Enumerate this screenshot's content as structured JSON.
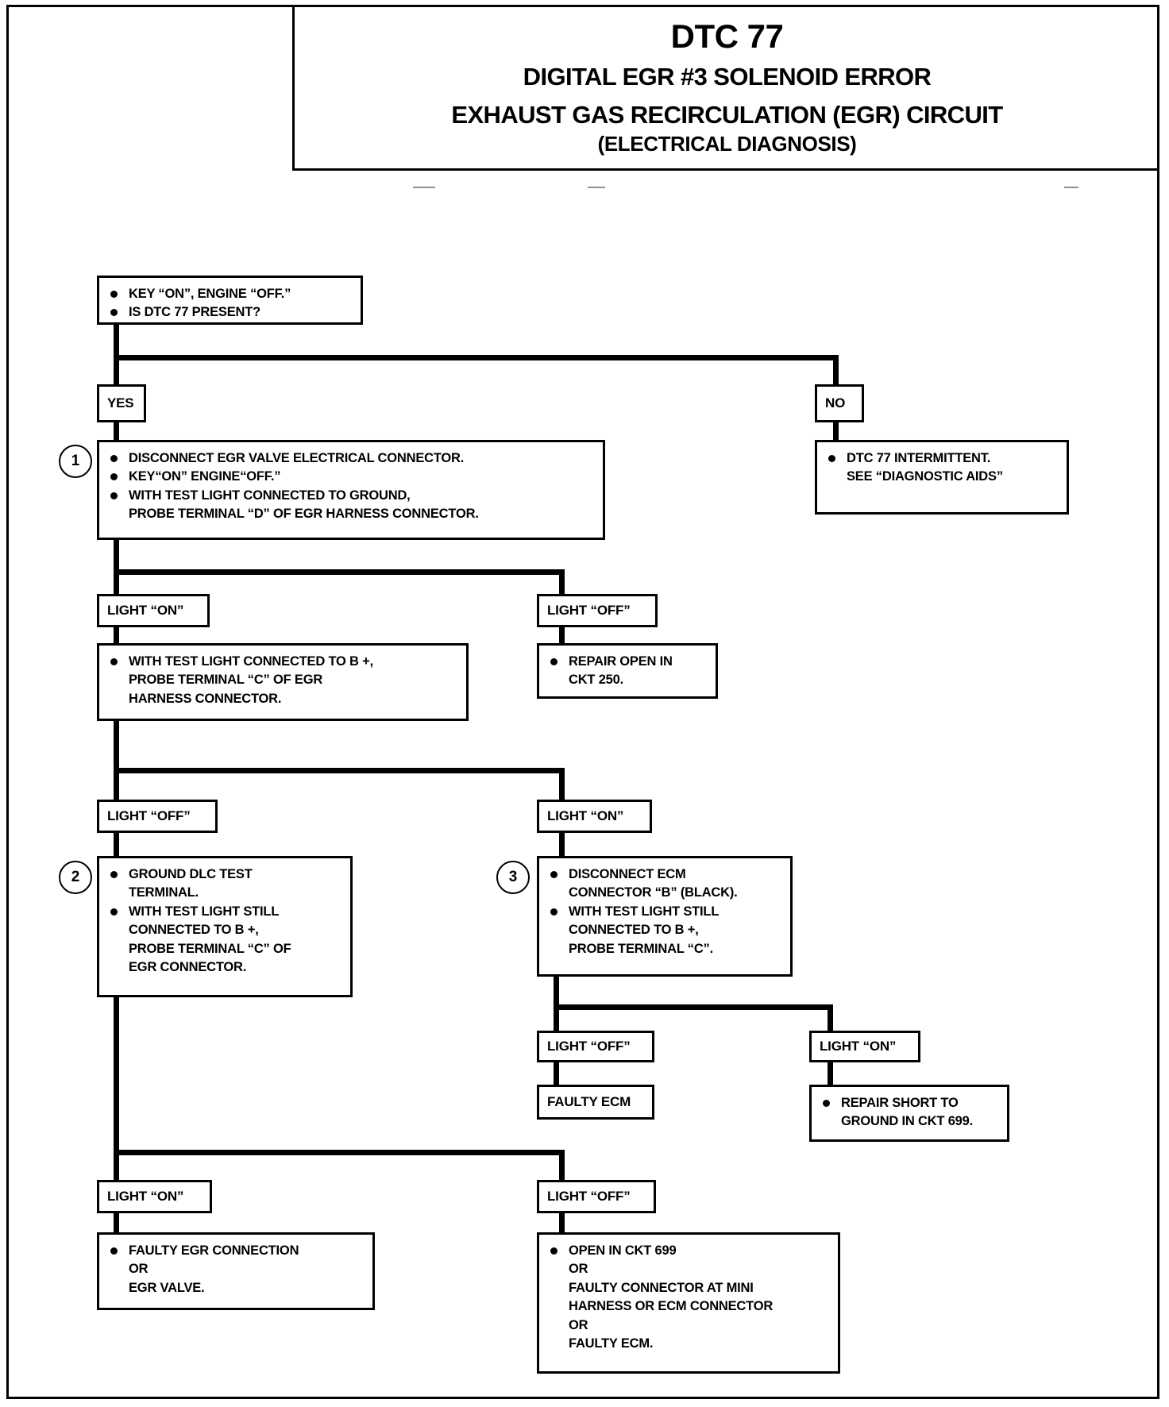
{
  "title": {
    "code": "DTC 77",
    "line1": "DIGITAL EGR #3 SOLENOID ERROR",
    "line2": "EXHAUST GAS RECIRCULATION (EGR) CIRCUIT",
    "line3": "(ELECTRICAL DIAGNOSIS)"
  },
  "nodes": {
    "start": {
      "bullet1": "KEY “ON”, ENGINE “OFF.”",
      "bullet2": "IS DTC 77 PRESENT?"
    },
    "branch_yes": "YES",
    "branch_no": "NO",
    "step1": {
      "number": "1",
      "bullet1": "DISCONNECT EGR VALVE ELECTRICAL CONNECTOR.",
      "bullet2": "KEY“ON” ENGINE“OFF.”",
      "bullet3": "WITH TEST LIGHT CONNECTED TO GROUND,\nPROBE TERMINAL “D” OF EGR HARNESS CONNECTOR."
    },
    "no_result": {
      "bullet1": "DTC 77 INTERMITTENT.\nSEE “DIAGNOSTIC AIDS”"
    },
    "light_on_1": "LIGHT “ON”",
    "light_off_1": "LIGHT “OFF”",
    "probe_c": {
      "bullet1": "WITH TEST LIGHT CONNECTED TO B +,\nPROBE TERMINAL “C” OF EGR\nHARNESS CONNECTOR."
    },
    "repair_open": {
      "bullet1": "REPAIR OPEN IN\nCKT 250."
    },
    "light_off_2": "LIGHT “OFF”",
    "light_on_2": "LIGHT “ON”",
    "step2": {
      "number": "2",
      "bullet1": "GROUND DLC TEST\nTERMINAL.",
      "bullet2": "WITH TEST LIGHT STILL\nCONNECTED TO B +,\nPROBE TERMINAL “C” OF\nEGR CONNECTOR."
    },
    "step3": {
      "number": "3",
      "bullet1": "DISCONNECT ECM\nCONNECTOR “B” (BLACK).",
      "bullet2": "WITH TEST LIGHT STILL\nCONNECTED TO B +,\nPROBE TERMINAL “C”."
    },
    "light_off_3": "LIGHT “OFF”",
    "light_on_3": "LIGHT “ON”",
    "faulty_ecm": "FAULTY ECM",
    "repair_short": {
      "bullet1": "REPAIR SHORT TO\nGROUND IN CKT 699."
    },
    "light_on_4": "LIGHT “ON”",
    "light_off_4": "LIGHT “OFF”",
    "faulty_egr": {
      "bullet1": "FAULTY EGR CONNECTION\nOR\nEGR  VALVE."
    },
    "open_ckt699": {
      "bullet1": "OPEN IN CKT 699\nOR\nFAULTY CONNECTOR AT MINI\nHARNESS OR ECM CONNECTOR\nOR\nFAULTY ECM."
    }
  }
}
